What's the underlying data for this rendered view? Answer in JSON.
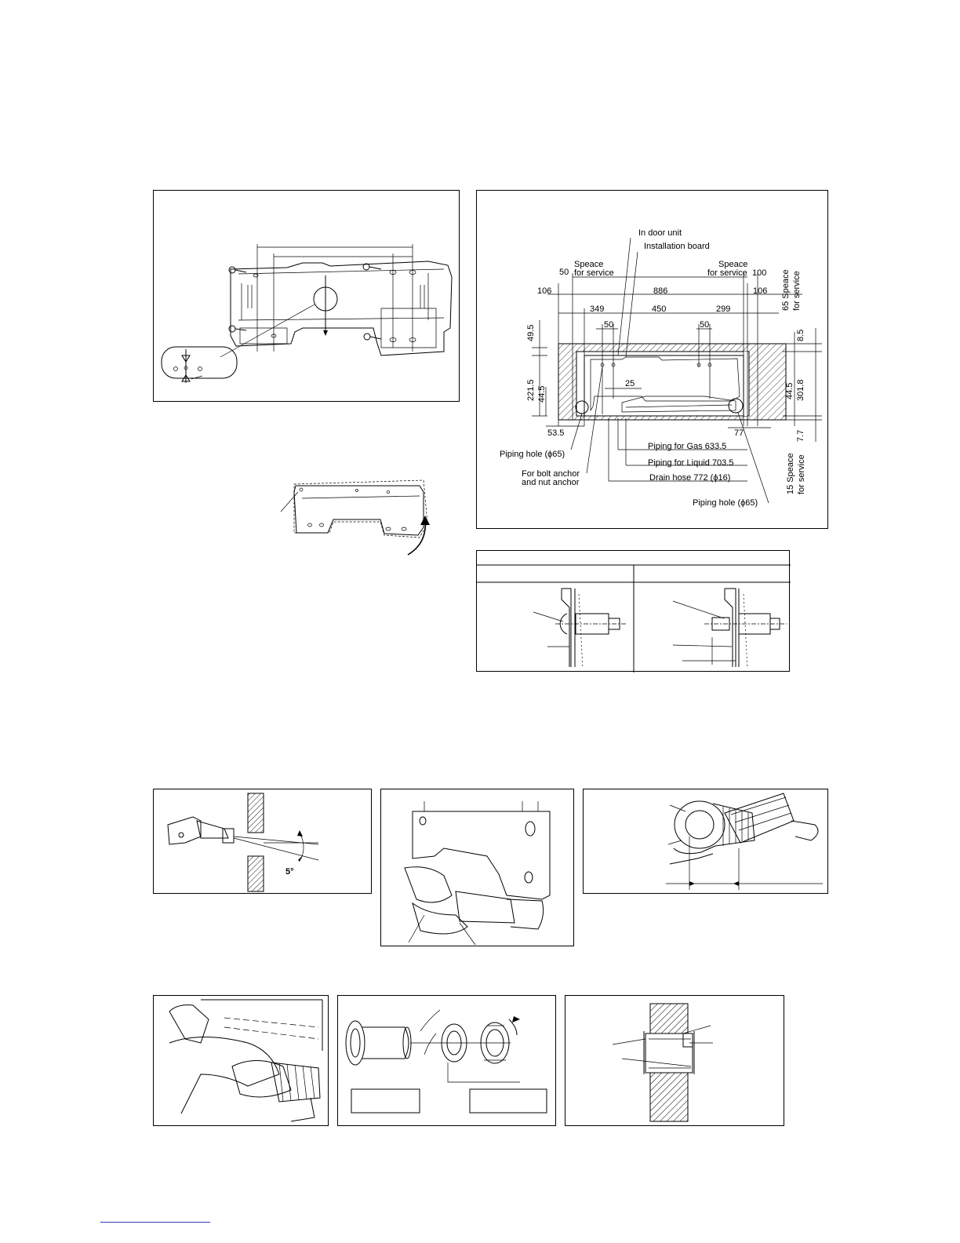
{
  "dimension_diagram": {
    "labels": {
      "indoor_unit": "In door unit",
      "installation_board": "Installation board",
      "space_left_a": "Speace",
      "space_left_b": "for service",
      "space_right_a": "Speace",
      "space_right_b": "for service",
      "space_top_a": "65 Speace",
      "space_top_b": "for service",
      "space_bottom_a": "15 Speace",
      "space_bottom_b": "for service",
      "piping_hole_left": "Piping hole (ϕ65)",
      "bolt_anchor_a": "For bolt anchor",
      "bolt_anchor_b": "and nut anchor",
      "piping_gas": "Piping for Gas 633.5",
      "piping_liquid": "Piping for Liquid 703.5",
      "drain_hose": "Drain hose 772 (ϕ16)",
      "piping_hole_right": "Piping hole (ϕ65)"
    },
    "dims": {
      "d50_left": "50",
      "d100_right": "100",
      "d106_left": "106",
      "d886": "886",
      "d106_right": "106",
      "d349": "349",
      "d450": "450",
      "d299": "299",
      "d50_a": "50",
      "d50_b": "50",
      "d25": "25",
      "d53_5": "53.5",
      "d77": "77",
      "d49_5": "49.5",
      "d221_5": "221.5",
      "d44_5_left": "44.5",
      "d8_5": "8.5",
      "d44_5_right": "44.5",
      "d301_8": "301.8",
      "d7_7": "7.7"
    }
  },
  "drill_angle": "5°"
}
